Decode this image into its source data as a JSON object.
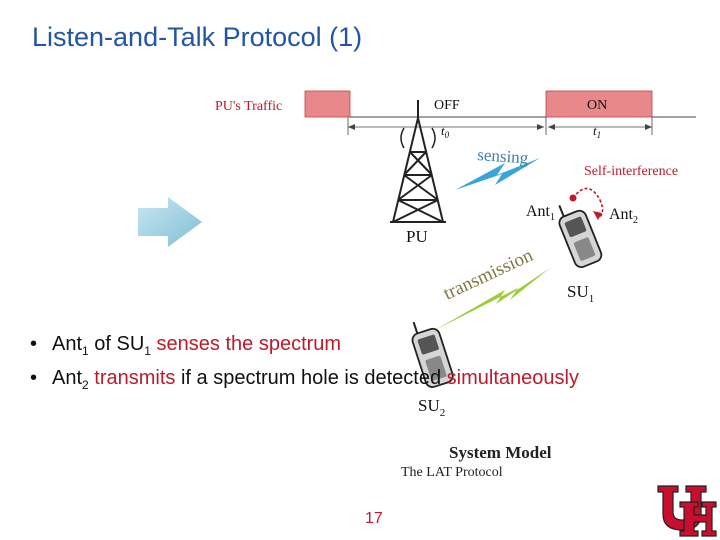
{
  "slide": {
    "title": "Listen-and-Talk Protocol (1)",
    "page_number": "17"
  },
  "figure": {
    "pu_traffic_label": "PU's  Traffic",
    "off_label": "OFF",
    "on_label": "ON",
    "t0": "t",
    "t0_sub": "0",
    "t1": "t",
    "t1_sub": "1",
    "sensing_label": "sensing",
    "self_interference_label": "Self-interference",
    "ant1_label": "Ant",
    "ant1_sub": "1",
    "ant2_label": "Ant",
    "ant2_sub": "2",
    "pu_label": "PU",
    "transmission_label": "transmission",
    "su1_label": "SU",
    "su1_sub": "1",
    "su2_label": "SU",
    "su2_sub": "2",
    "caption_title": "System Model",
    "caption_subtitle": "The LAT Protocol"
  },
  "bullets": [
    {
      "bullet": "•",
      "part1": "Ant",
      "sub1": "1",
      "part2": " of SU",
      "sub2": "1",
      "highlight": " senses the spectrum"
    },
    {
      "bullet": "•",
      "part1": "Ant",
      "sub1": "2",
      "highlight1": " transmits",
      "part2": " if a spectrum hole is detected ",
      "highlight2": "simultaneously"
    }
  ],
  "colors": {
    "title": "#2255a4",
    "accent_red": "#c0192c",
    "traffic_block": "#e8888a",
    "bolt": "#3aa6d8",
    "bolt_green": "#9ccc3a",
    "arrow": "#9ccfe0"
  },
  "icons": {
    "arrow": "right-arrow-icon",
    "tower": "cell-tower-icon",
    "phone": "mobile-phone-icon",
    "logo": "university-logo"
  }
}
